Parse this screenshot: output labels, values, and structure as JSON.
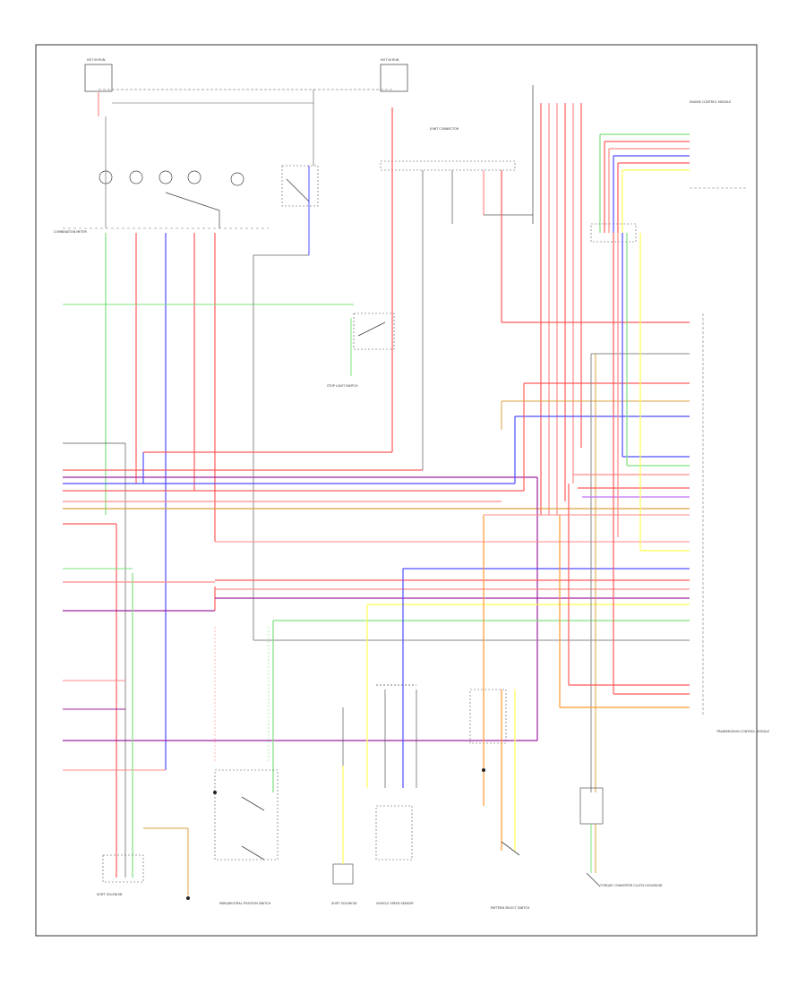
{
  "diagram": {
    "title": "",
    "components": [
      {
        "id": "fuse_left",
        "label": "HOT IN RUN"
      },
      {
        "id": "fuse_mid",
        "label": "HOT IN RUN"
      },
      {
        "id": "multifunction",
        "label": "COMBINATION METER"
      },
      {
        "id": "joint_connector_right",
        "label": "JOINT CONNECTOR"
      },
      {
        "id": "engine_control_module",
        "label": "ENGINE CONTROL MODULE"
      },
      {
        "id": "brake_switch",
        "label": "STOP LIGHT SWITCH"
      },
      {
        "id": "tcm",
        "label": "TRANSMISSION CONTROL MODULE"
      },
      {
        "id": "park_neutral",
        "label": "PARK/NEUTRAL POSITION SWITCH"
      },
      {
        "id": "shift_solenoid_a",
        "label": "SHIFT SOLENOID"
      },
      {
        "id": "shift_solenoid_b",
        "label": "SHIFT SOLENOID"
      },
      {
        "id": "vehicle_speed_sensor",
        "label": "VEHICLE SPEED SENSOR"
      },
      {
        "id": "tcc_solenoid",
        "label": "TORQUE CONVERTER CLUTCH SOLENOID"
      },
      {
        "id": "pattern_switch",
        "label": "PATTERN SELECT SWITCH"
      }
    ],
    "wire_colors": {
      "red": "#ff5a5a",
      "pink": "#ff8a8a",
      "blue": "#4d4dff",
      "green": "#7fe07f",
      "purple": "#a020a0",
      "orange": "#ff9933",
      "yellow": "#ffff55",
      "gray": "#8a8a8a",
      "black": "#222222",
      "violet": "#c070ff"
    },
    "footer_code": ""
  }
}
